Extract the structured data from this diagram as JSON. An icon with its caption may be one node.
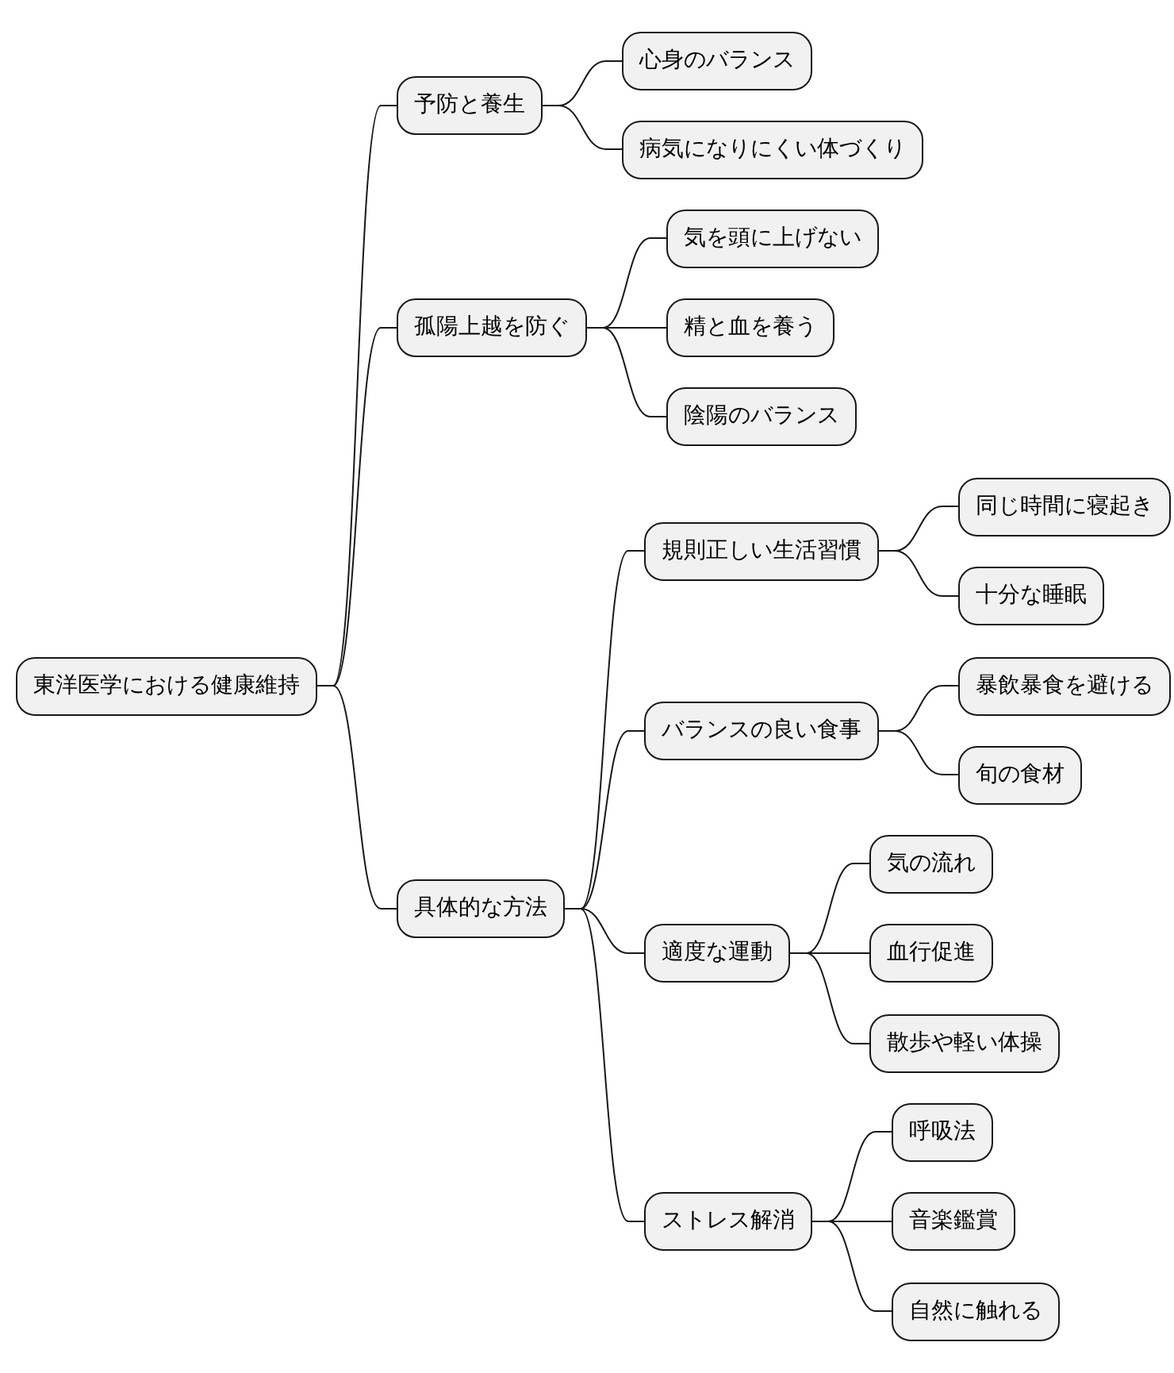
{
  "diagram": {
    "nodes": [
      {
        "text": [
          "東洋医学における健康維持"
        ]
      },
      {
        "text": [
          "予防と養生"
        ]
      },
      {
        "text": [
          "心身のバランス"
        ]
      },
      {
        "text": [
          "病気になりにくい体づくり"
        ]
      },
      {
        "text": [
          "孤陽上越を防ぐ"
        ]
      },
      {
        "text": [
          "気を頭に上げない"
        ]
      },
      {
        "text": [
          "精と血を養う"
        ]
      },
      {
        "text": [
          "陰陽のバランス"
        ]
      },
      {
        "text": [
          "具体的な方法"
        ]
      },
      {
        "text": [
          "規則正しい生活習慣"
        ]
      },
      {
        "text": [
          "同じ時間に寝起き"
        ]
      },
      {
        "text": [
          "十分な睡眠"
        ]
      },
      {
        "text": [
          "バランスの良い食事"
        ]
      },
      {
        "text": [
          "暴飲暴食を避ける"
        ]
      },
      {
        "text": [
          "旬の食材"
        ]
      },
      {
        "text": [
          "適度な運動"
        ]
      },
      {
        "text": [
          "気の流れ"
        ]
      },
      {
        "text": [
          "血行促進"
        ]
      },
      {
        "text": [
          "散歩や軽い体操"
        ]
      },
      {
        "text": [
          "ストレス解消"
        ]
      },
      {
        "text": [
          "呼吸法"
        ]
      },
      {
        "text": [
          "音楽鑑賞"
        ]
      },
      {
        "text": [
          "自然に触れる"
        ]
      }
    ],
    "edges": [
      {
        "from": 0,
        "to": 1,
        "arrow": "none"
      },
      {
        "from": 1,
        "to": 2,
        "arrow": "none"
      },
      {
        "from": 1,
        "to": 3,
        "arrow": "none"
      },
      {
        "from": 0,
        "to": 4,
        "arrow": "none"
      },
      {
        "from": 4,
        "to": 5,
        "arrow": "none"
      },
      {
        "from": 4,
        "to": 6,
        "arrow": "none"
      },
      {
        "from": 4,
        "to": 7,
        "arrow": "none"
      },
      {
        "from": 0,
        "to": 8,
        "arrow": "none"
      },
      {
        "from": 8,
        "to": 9,
        "arrow": "none"
      },
      {
        "from": 9,
        "to": 10,
        "arrow": "none"
      },
      {
        "from": 9,
        "to": 11,
        "arrow": "none"
      },
      {
        "from": 8,
        "to": 12,
        "arrow": "none"
      },
      {
        "from": 12,
        "to": 13,
        "arrow": "none"
      },
      {
        "from": 12,
        "to": 14,
        "arrow": "none"
      },
      {
        "from": 8,
        "to": 15,
        "arrow": "none"
      },
      {
        "from": 15,
        "to": 16,
        "arrow": "none"
      },
      {
        "from": 15,
        "to": 17,
        "arrow": "none"
      },
      {
        "from": 15,
        "to": 18,
        "arrow": "none"
      },
      {
        "from": 8,
        "to": 19,
        "arrow": "none"
      },
      {
        "from": 19,
        "to": 20,
        "arrow": "none"
      },
      {
        "from": 19,
        "to": 21,
        "arrow": "none"
      },
      {
        "from": 19,
        "to": 22,
        "arrow": "none"
      }
    ]
  }
}
